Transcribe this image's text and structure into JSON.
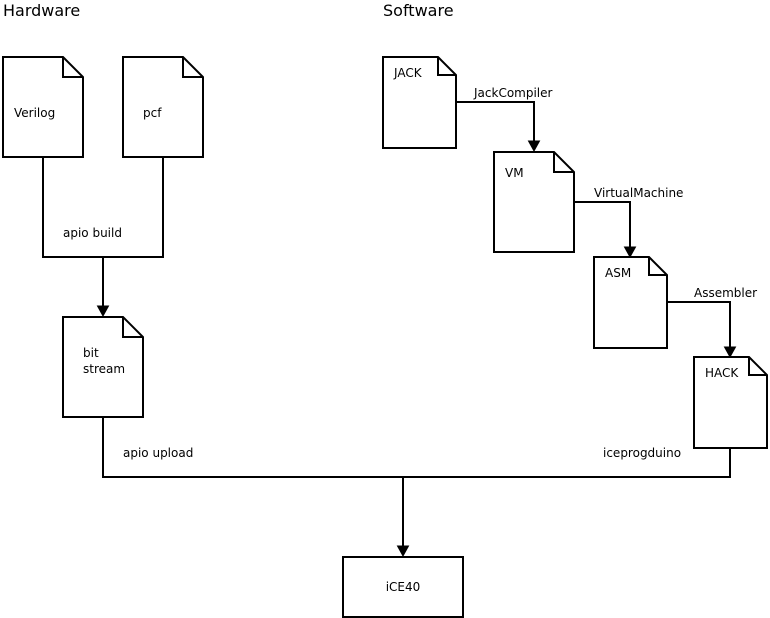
{
  "sections": {
    "hardware": "Hardware",
    "software": "Software"
  },
  "files": {
    "verilog": "Verilog",
    "pcf": "pcf",
    "bitstream_line1": "bit",
    "bitstream_line2": "stream",
    "jack": "JACK",
    "vm": "VM",
    "asm": "ASM",
    "hack": "HACK"
  },
  "target": "iCE40",
  "steps": {
    "apio_build": "apio build",
    "apio_upload": "apio upload",
    "jack_compiler": "JackCompiler",
    "virtual_machine": "VirtualMachine",
    "assembler": "Assembler",
    "iceprogduino": "iceprogduino"
  }
}
